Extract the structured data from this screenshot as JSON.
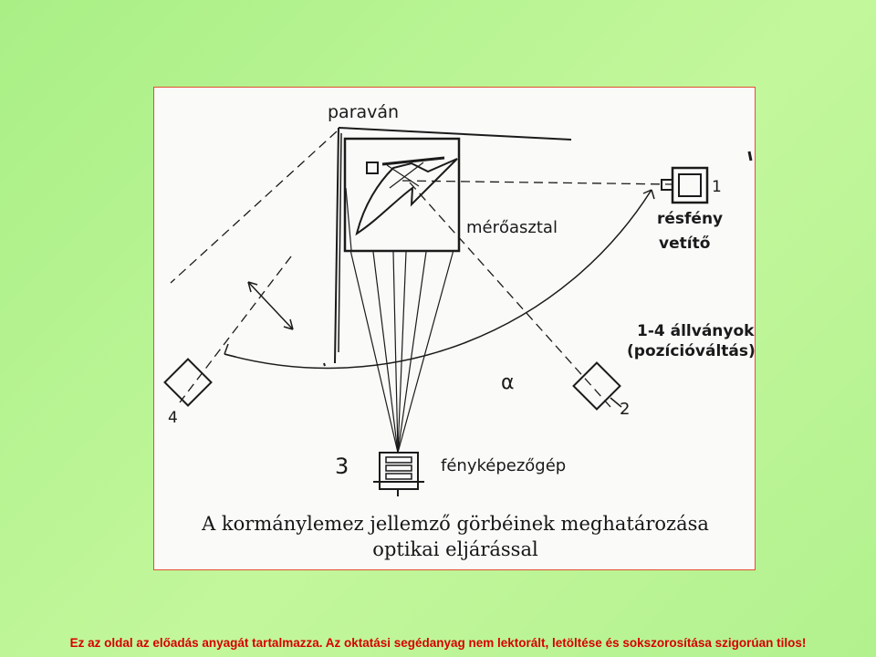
{
  "diagram": {
    "labels": {
      "paravan": "paraván",
      "meroasztal": "mérőasztal",
      "resfeny": "résfény",
      "vetito": "vetítő",
      "num1": "1",
      "allvanyok": "1-4 állványok",
      "poziciovaltas": "(pozícióváltás)",
      "num2": "2",
      "alpha": "α",
      "num3": "3",
      "fenykepezogep": "fényképezőgép",
      "num4": "4"
    },
    "caption": {
      "line1": "A kormánylemez jellemző görbéinek meghatározása",
      "line2": "optikai eljárással"
    }
  },
  "footer": {
    "notice": "Ez az oldal az előadás anyagát tartalmazza. Az oktatási segédanyag nem lektorált, letöltése és sokszorosítása szigorúan tilos!"
  },
  "colors": {
    "background": "#b8f292",
    "panel_border": "#e0512f",
    "footer_text": "#d80000",
    "ink": "#1a1a1a"
  }
}
